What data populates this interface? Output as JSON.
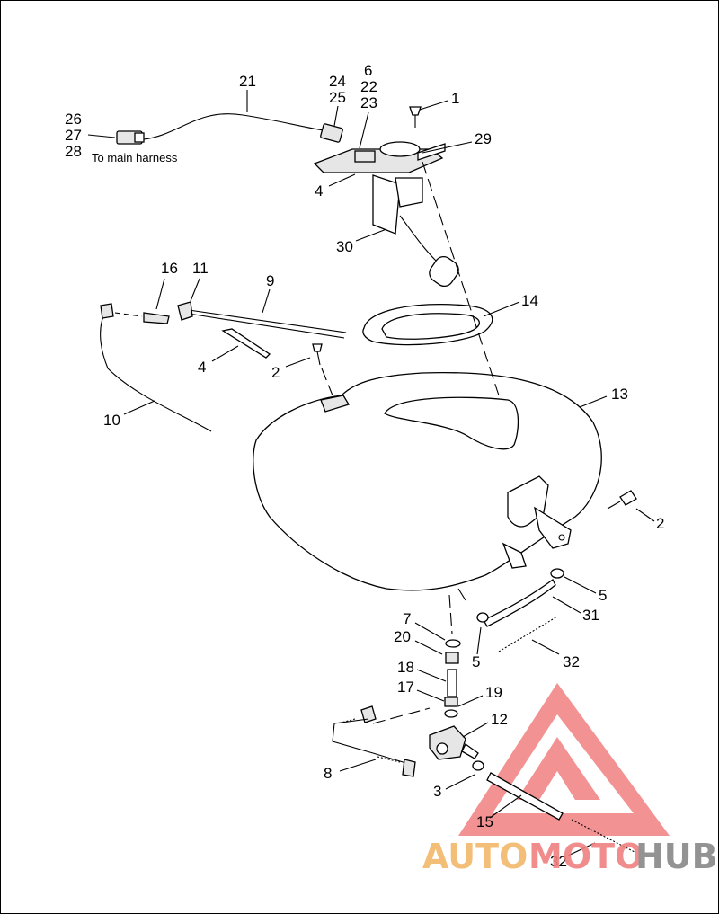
{
  "diagram": {
    "note": "To main harness",
    "callouts": [
      "21",
      "24",
      "25",
      "6",
      "22",
      "23",
      "1",
      "26",
      "27",
      "28",
      "29",
      "4",
      "30",
      "16",
      "11",
      "9",
      "14",
      "4",
      "2",
      "10",
      "13",
      "2",
      "5",
      "31",
      "7",
      "20",
      "5",
      "32",
      "18",
      "17",
      "19",
      "12",
      "8",
      "3",
      "15",
      "32"
    ]
  },
  "watermark": {
    "text_parts": [
      "AUTO",
      "MOTO",
      "HUB"
    ],
    "colors": {
      "logo": "#f08080",
      "auto": "#f2b76a",
      "moto": "#f08080",
      "hub": "#888888"
    }
  }
}
